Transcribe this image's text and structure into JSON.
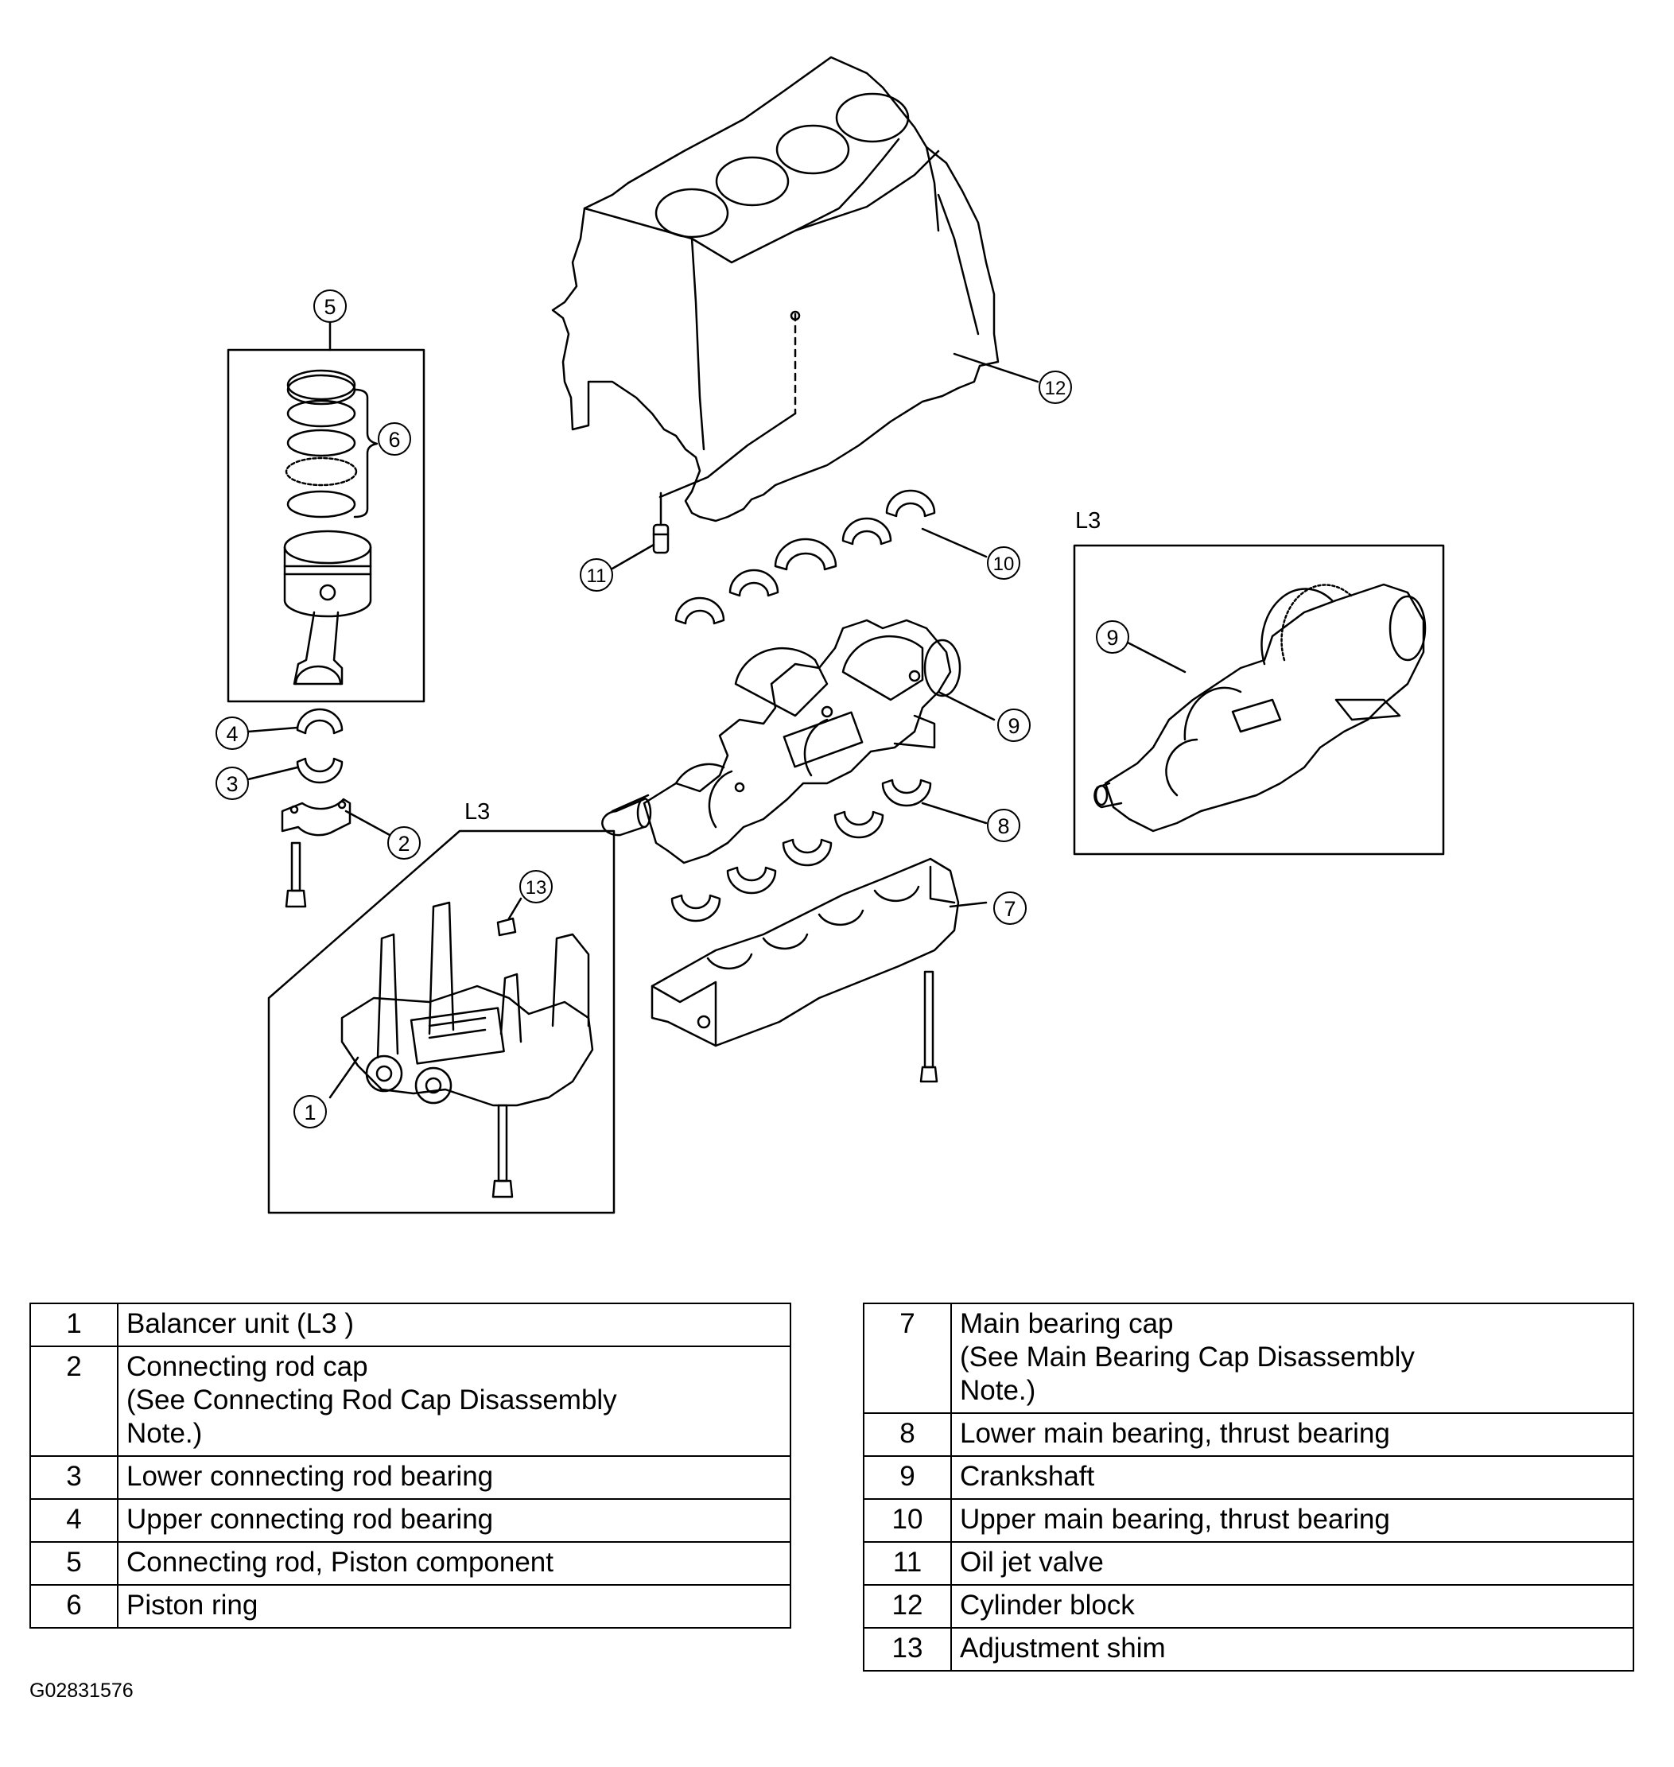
{
  "diagram": {
    "inset_balancer_label": "L3",
    "inset_crankshaft_label": "L3",
    "callouts": [
      "1",
      "2",
      "3",
      "4",
      "5",
      "6",
      "7",
      "8",
      "9",
      "10",
      "11",
      "12",
      "13"
    ],
    "inset_crankshaft_callout": "9"
  },
  "legend_left": [
    {
      "num": "1",
      "desc": "Balancer unit (L3 )"
    },
    {
      "num": "2",
      "desc": "Connecting rod cap\n(See Connecting Rod Cap Disassembly\nNote.)"
    },
    {
      "num": "3",
      "desc": "Lower connecting rod bearing"
    },
    {
      "num": "4",
      "desc": "Upper connecting rod bearing"
    },
    {
      "num": "5",
      "desc": "Connecting rod, Piston component"
    },
    {
      "num": "6",
      "desc": "Piston ring"
    }
  ],
  "legend_right": [
    {
      "num": "7",
      "desc": "Main bearing cap\n(See Main Bearing Cap Disassembly\nNote.)"
    },
    {
      "num": "8",
      "desc": "Lower main bearing, thrust bearing"
    },
    {
      "num": "9",
      "desc": "Crankshaft"
    },
    {
      "num": "10",
      "desc": "Upper main bearing, thrust bearing"
    },
    {
      "num": "11",
      "desc": "Oil jet valve"
    },
    {
      "num": "12",
      "desc": "Cylinder block"
    },
    {
      "num": "13",
      "desc": "Adjustment shim"
    }
  ],
  "figure_id": "G02831576"
}
